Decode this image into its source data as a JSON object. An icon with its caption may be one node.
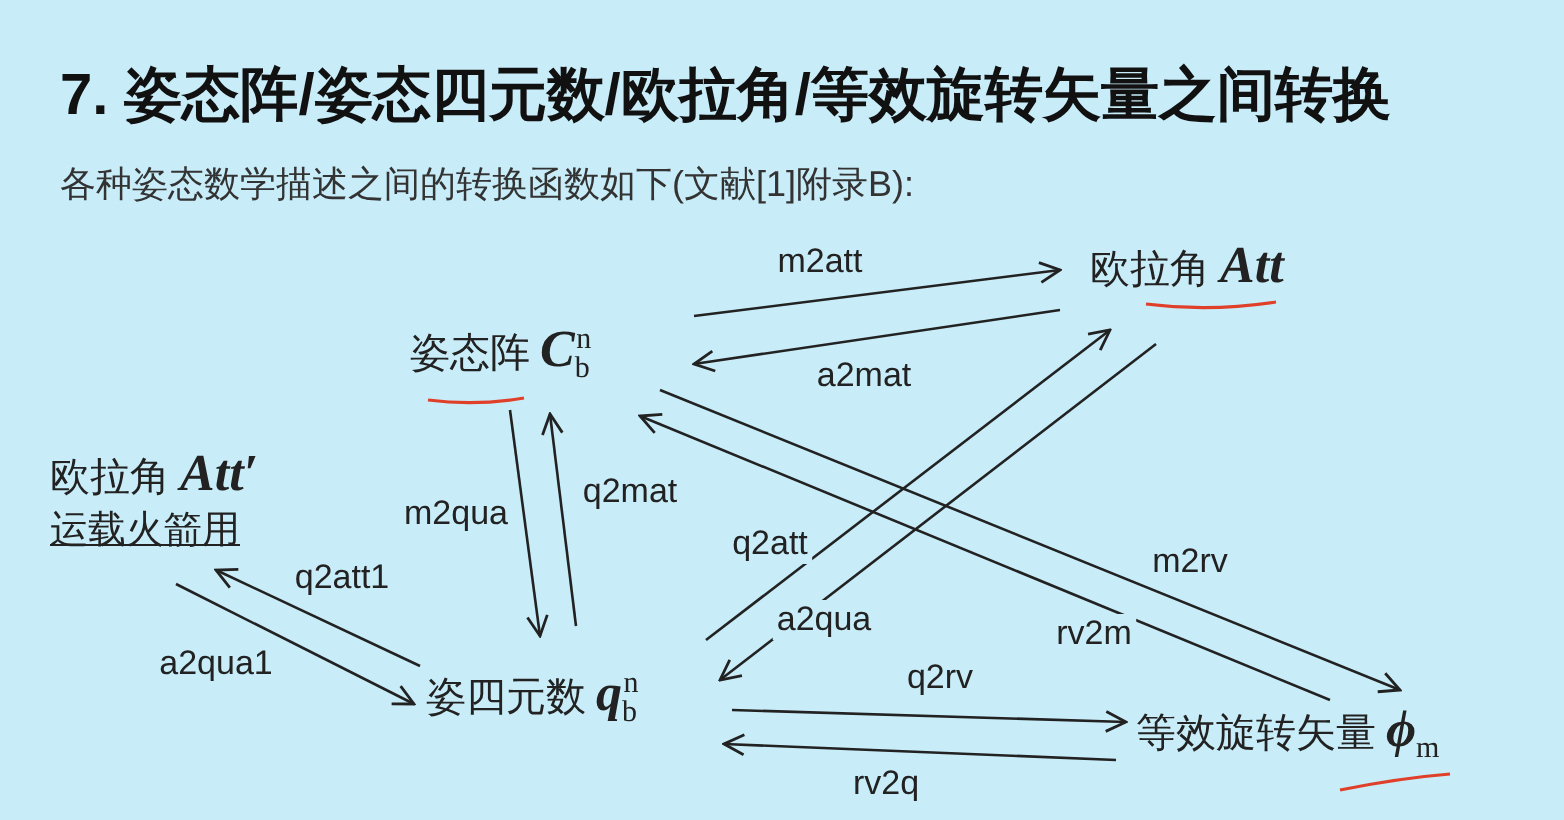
{
  "diagram": {
    "title": "7. 姿态阵/姿态四元数/欧拉角/等效旋转矢量之间转换",
    "caption": "各种姿态数学描述之间的转换函数如下(文献[1]附录B):",
    "nodes": [
      {
        "text": [
          "姿态阵 *C*$_{b}$$^{n}$"
        ]
      },
      {
        "text": [
          "欧拉角 *Att*"
        ]
      },
      {
        "text": [
          "欧拉角 *Att′*",
          "运载火箭用"
        ]
      },
      {
        "text": [
          "姿四元数 *q*$_{b}$$^{n}$"
        ]
      },
      {
        "text": [
          "等效旋转矢量 *ϕ*$_{m}$"
        ]
      }
    ],
    "edges": [
      {
        "from": 0,
        "to": 1,
        "arrow": "to",
        "label": "m2att"
      },
      {
        "from": 1,
        "to": 0,
        "arrow": "to",
        "label": "a2mat"
      },
      {
        "from": 0,
        "to": 3,
        "arrow": "to",
        "label": "m2qua"
      },
      {
        "from": 3,
        "to": 0,
        "arrow": "to",
        "label": "q2mat"
      },
      {
        "from": 3,
        "to": 1,
        "arrow": "to",
        "label": "q2att"
      },
      {
        "from": 1,
        "to": 3,
        "arrow": "to",
        "label": "a2qua"
      },
      {
        "from": 0,
        "to": 4,
        "arrow": "to",
        "label": "m2rv"
      },
      {
        "from": 4,
        "to": 0,
        "arrow": "to",
        "label": "rv2m"
      },
      {
        "from": 3,
        "to": 2,
        "arrow": "to",
        "label": "q2att1"
      },
      {
        "from": 2,
        "to": 3,
        "arrow": "to",
        "label": "a2qua1"
      },
      {
        "from": 3,
        "to": 4,
        "arrow": "to",
        "label": "q2rv"
      },
      {
        "from": 4,
        "to": 3,
        "arrow": "to",
        "label": "rv2q"
      }
    ]
  }
}
